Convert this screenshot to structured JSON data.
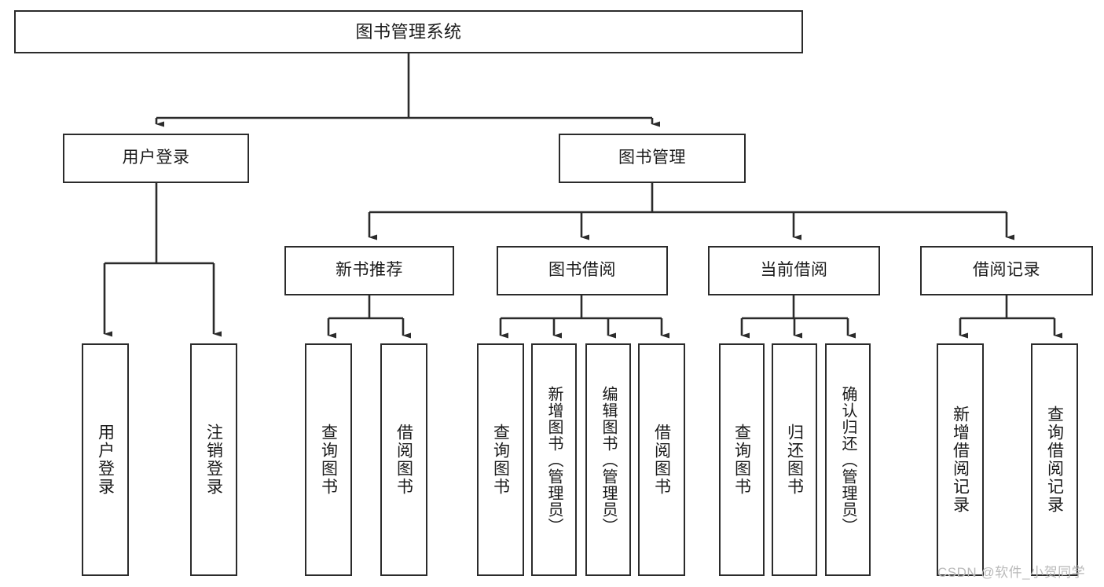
{
  "diagram": {
    "type": "tree",
    "title_node": "图书管理系统",
    "background_color": "#ffffff",
    "line_color": "#2b2b2b",
    "text_color": "#1a1a1a"
  },
  "nodes": {
    "root": {
      "label": "图书管理系统"
    },
    "level1": [
      {
        "id": "user-login",
        "label": "用户登录"
      },
      {
        "id": "book-manage",
        "label": "图书管理"
      }
    ],
    "level2": [
      {
        "id": "new-book-rec",
        "label": "新书推荐"
      },
      {
        "id": "book-borrow",
        "label": "图书借阅"
      },
      {
        "id": "current-borrow",
        "label": "当前借阅"
      },
      {
        "id": "borrow-record",
        "label": "借阅记录"
      }
    ],
    "leaves": {
      "user_login": [
        {
          "id": "leaf-user-login",
          "label": "用户登录"
        },
        {
          "id": "leaf-logout-login",
          "label": "注销登录"
        }
      ],
      "new_book_rec": [
        {
          "id": "leaf-query-book-1",
          "label": "查询图书"
        },
        {
          "id": "leaf-borrow-book-1",
          "label": "借阅图书"
        }
      ],
      "book_borrow": [
        {
          "id": "leaf-query-book-2",
          "label": "查询图书"
        },
        {
          "id": "leaf-add-book",
          "label": "新增图书（管理员）"
        },
        {
          "id": "leaf-edit-book",
          "label": "编辑图书（管理员）"
        },
        {
          "id": "leaf-borrow-book-2",
          "label": "借阅图书"
        }
      ],
      "current_borrow": [
        {
          "id": "leaf-query-book-3",
          "label": "查询图书"
        },
        {
          "id": "leaf-return-book",
          "label": "归还图书"
        },
        {
          "id": "leaf-confirm-return",
          "label": "确认归还（管理员）"
        }
      ],
      "borrow_record": [
        {
          "id": "leaf-add-record",
          "label": "新增借阅记录"
        },
        {
          "id": "leaf-query-record",
          "label": "查询借阅记录"
        }
      ]
    }
  },
  "watermark": {
    "text": "CSDN @软件_小贺同学",
    "color": "#b9b9b9"
  }
}
